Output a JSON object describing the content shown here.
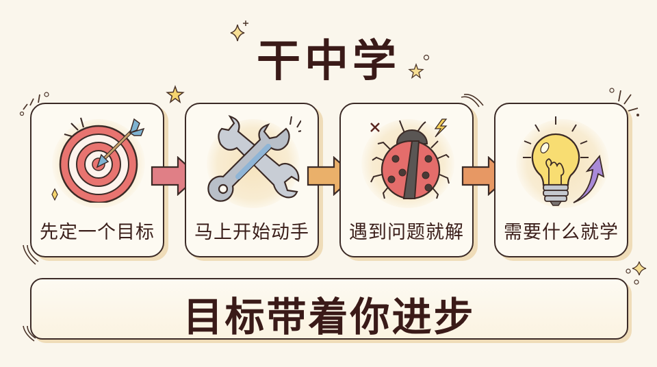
{
  "title": "干中学",
  "steps": [
    {
      "label": "先定一个目标",
      "icon": "target-icon",
      "arrow_color": "#e07f86"
    },
    {
      "label": "马上开始动手",
      "icon": "wrench-icon",
      "arrow_color": "#eab06a"
    },
    {
      "label": "遇到问题就解",
      "icon": "ladybug-icon",
      "arrow_color": "#e79864"
    },
    {
      "label": "需要什么就学",
      "icon": "lightbulb-icon"
    }
  ],
  "banner": "目标带着你进步",
  "colors": {
    "background": "#faf6ec",
    "text": "#3a1a18",
    "card_border": "#3b2a26",
    "card_shadow": "#efdcb8",
    "target_red": "#e87470",
    "wrench_gray": "#b9bfc8",
    "ladybug_red": "#e46d6b",
    "bulb_yellow": "#f8dd72",
    "growth_arrow_purple": "#a98ad8"
  }
}
